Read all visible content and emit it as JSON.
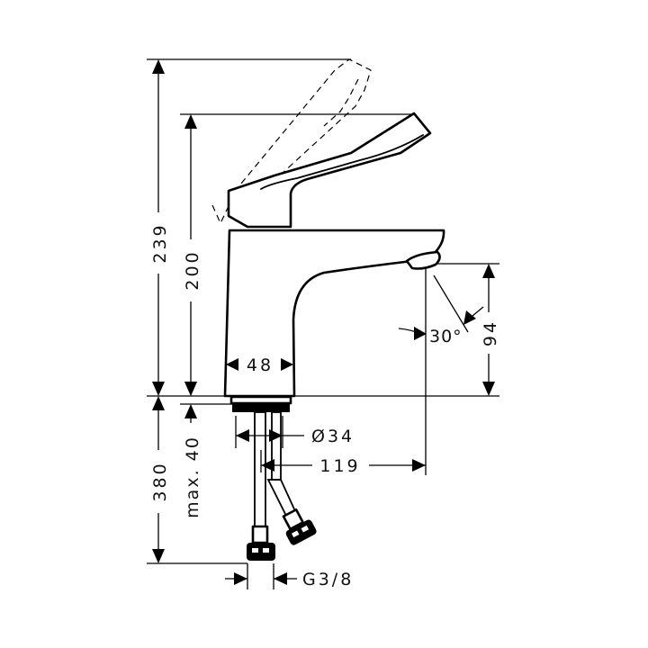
{
  "drawing": {
    "subject": "Single-lever basin mixer faucet with extended lever",
    "units": "mm",
    "line_color": "#000000",
    "background": "#ffffff"
  },
  "dimensions": {
    "total_height_lever_raised": "239",
    "height_lever_closed": "200",
    "spout_clearance_height": "94",
    "spout_angle": "30°",
    "body_width": "48",
    "mounting_thread_diameter": "Ø34",
    "spout_projection": "119",
    "max_counter_thickness": "max. 40",
    "hose_length": "380",
    "connection_thread": "G3/8"
  }
}
